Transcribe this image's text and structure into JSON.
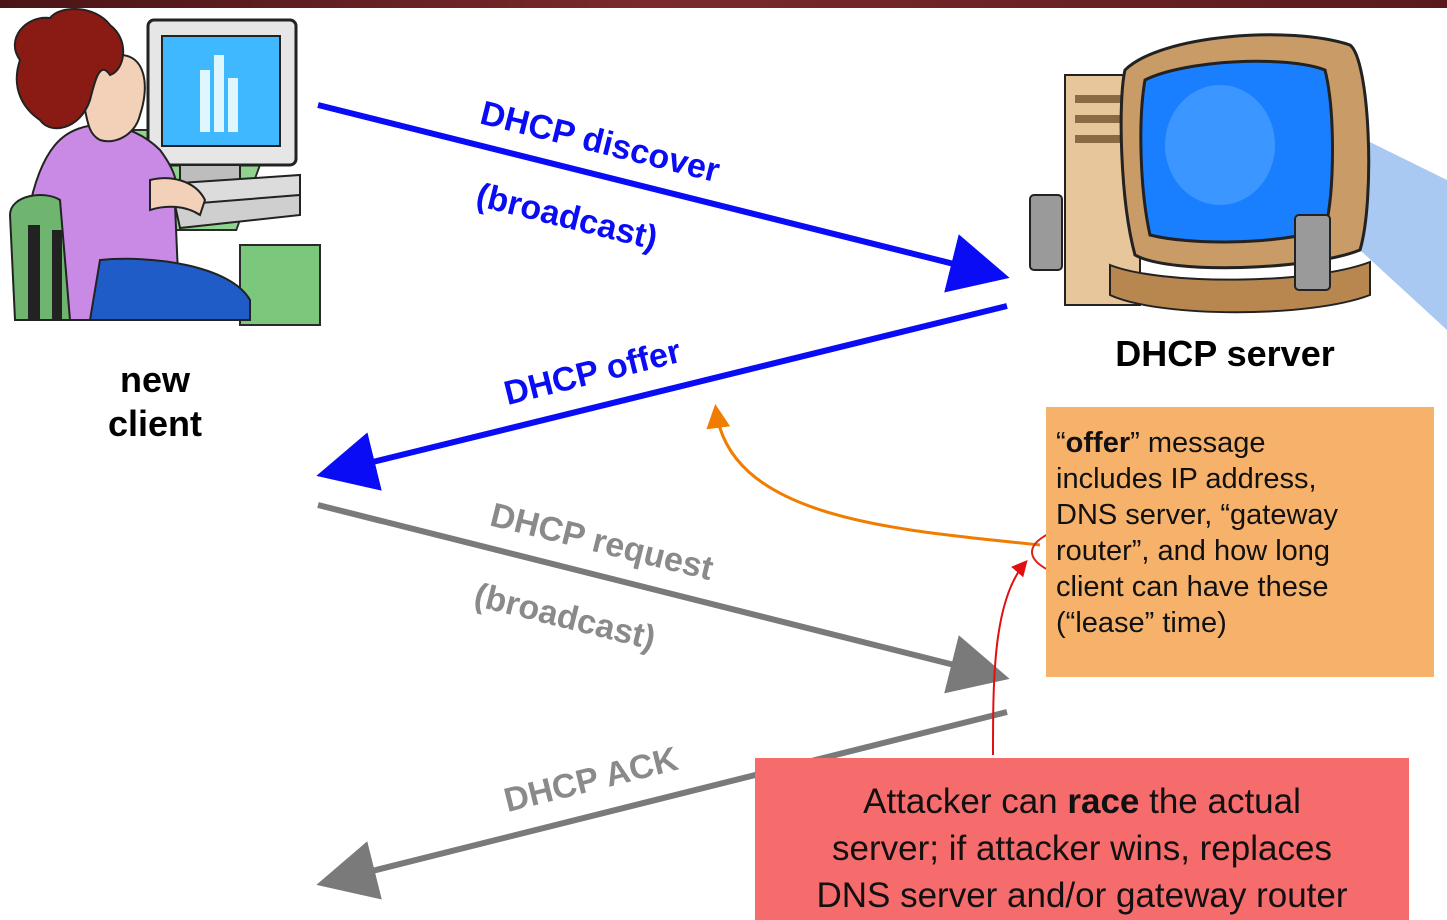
{
  "client_label": [
    "new",
    "client"
  ],
  "server_label": "DHCP server",
  "messages": {
    "discover": "DHCP discover",
    "discover_mode": "(broadcast)",
    "offer": "DHCP offer",
    "request": "DHCP request",
    "request_mode": "(broadcast)",
    "ack": "DHCP ACK"
  },
  "offer_note": {
    "lead_quote_open": "“",
    "lead_bold": "offer",
    "lead_rest": "” message",
    "lines": [
      "includes IP address,",
      "DNS server, “gateway",
      "router”, and how long",
      "client can have these",
      "(“lease” time)"
    ]
  },
  "attack_note": {
    "line1_pre": "Attacker can ",
    "line1_bold": "race",
    "line1_post": " the actual",
    "line2": "server; if attacker wins, replaces",
    "line3": "DNS server and/or gateway router"
  },
  "colors": {
    "blue_arrow": "#0a0cf5",
    "gray_arrow": "#7a7a7a",
    "orange_box": "#f6b26b",
    "red_box": "#f66b6b",
    "orange_arrow": "#f07c00",
    "red_arrow": "#e01010"
  },
  "icons": [
    "woman-at-computer-icon",
    "desktop-computer-server-icon"
  ]
}
